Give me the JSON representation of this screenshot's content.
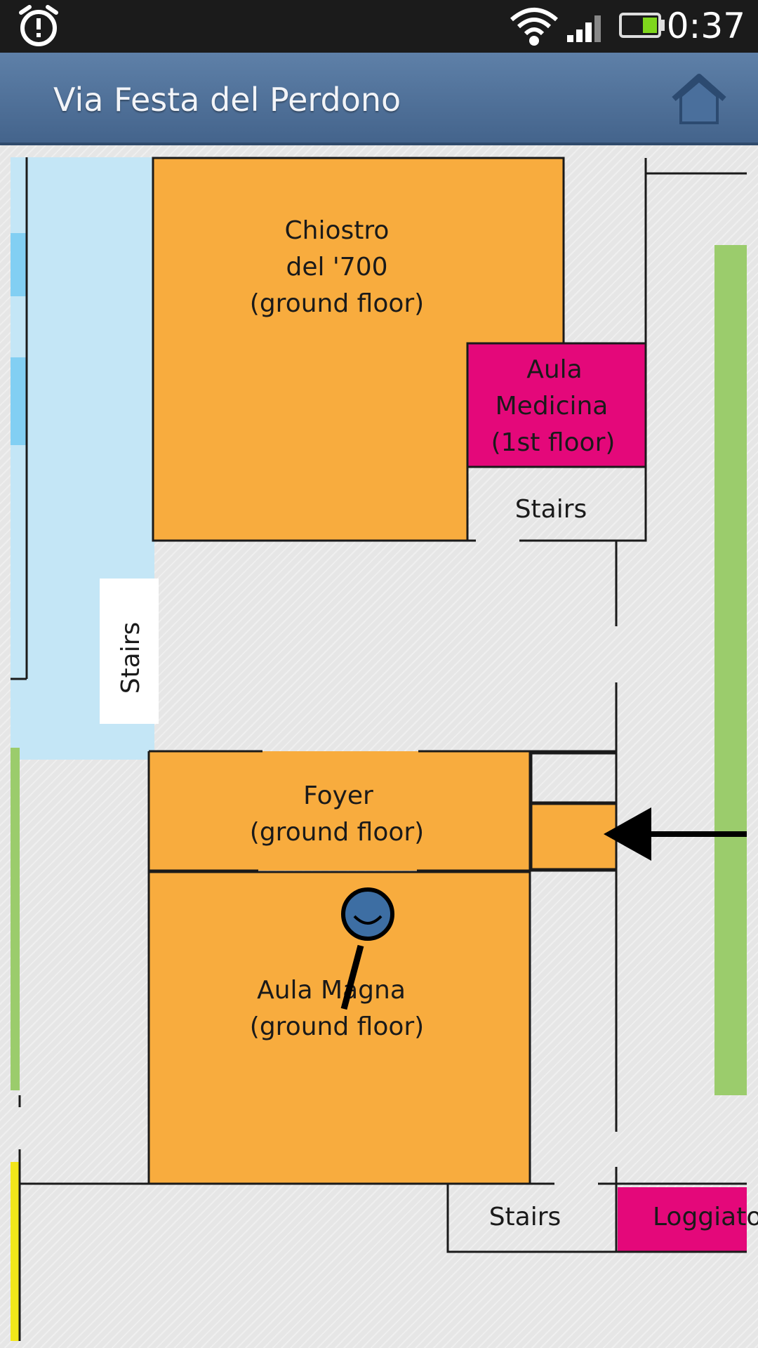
{
  "status_bar": {
    "time": "0:37",
    "icons": [
      "alarm-icon",
      "wifi-icon",
      "signal-icon",
      "battery-icon"
    ]
  },
  "action_bar": {
    "title": "Via Festa del Perdono",
    "home_icon": "home-icon"
  },
  "map": {
    "colors": {
      "orange_room": "#f8ac3e",
      "magenta_room": "#e4087a",
      "light_blue": "#c4e6f6",
      "blue_strip": "#82cff3",
      "green_strip": "#9bcc6c",
      "yellow_strip": "#f2e61a",
      "pin_blue": "#3d6ea3"
    },
    "rooms": {
      "chiostro": {
        "line1": "Chiostro",
        "line2": "del '700",
        "line3": "(ground floor)"
      },
      "aula_medicina": {
        "line1": "Aula",
        "line2": "Medicina",
        "line3": "(1st floor)"
      },
      "stairs_top": "Stairs",
      "stairs_left": "Stairs",
      "foyer": {
        "line1": "Foyer",
        "line2": "(ground floor)"
      },
      "aula_magna": {
        "line1": "Aula Magna",
        "line2": "(ground floor)"
      },
      "stairs_bottom": "Stairs",
      "loggiato": "Loggiato"
    },
    "markers": [
      "location-pin-icon",
      "entrance-arrow-icon"
    ]
  }
}
